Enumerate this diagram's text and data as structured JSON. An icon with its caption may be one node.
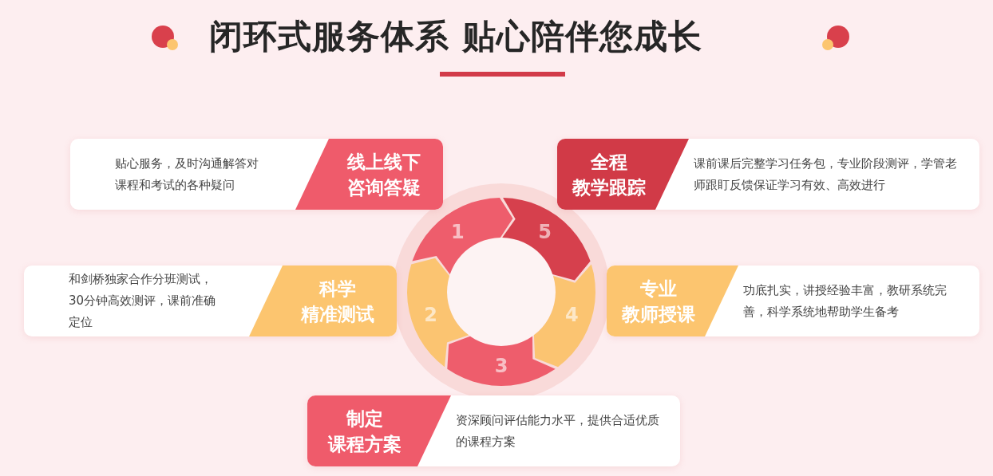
{
  "diagram": {
    "title": "闭环式服务体系 贴心陪伴您成长",
    "nodes": [
      {
        "text": [
          "贴心服务，及时沟通解答对课程和考试的各种疑问",
          "线上线下咨询答疑"
        ]
      },
      {
        "text": [
          "全程教学跟踪",
          "课前课后完整学习任务包，专业阶段测评，学管老师跟盯反馈保证学习有效、高效进行"
        ]
      },
      {
        "text": [
          "和剑桥独家合作分班测试，30分钟高效测评，课前准确定位",
          "科学精准测试"
        ]
      },
      {
        "text": [
          "专业教师授课",
          "功底扎实，讲授经验丰富，教研系统完善，科学系统地帮助学生备考"
        ]
      },
      {
        "text": [
          "制定课程方案",
          "资深顾问评估能力水平，提供合适优质的课程方案"
        ]
      },
      {
        "text": [
          "1"
        ]
      },
      {
        "text": [
          "5"
        ]
      },
      {
        "text": [
          "2"
        ]
      },
      {
        "text": [
          "4"
        ]
      },
      {
        "text": [
          "3"
        ]
      }
    ]
  }
}
